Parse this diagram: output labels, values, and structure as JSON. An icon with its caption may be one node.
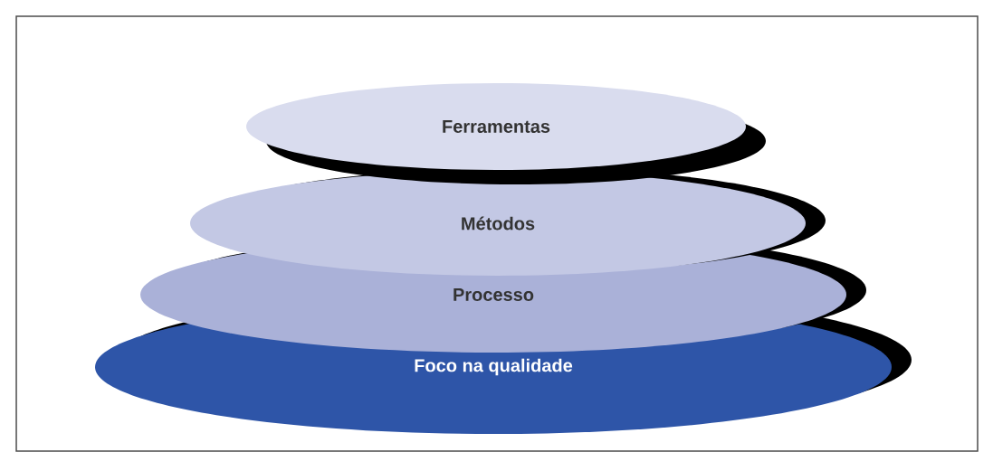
{
  "diagram": {
    "nodes": [
      {
        "text": [
          "Ferramentas"
        ]
      },
      {
        "text": [
          "Métodos"
        ]
      },
      {
        "text": [
          "Processo"
        ]
      },
      {
        "text": [
          "Foco na qualidade"
        ]
      }
    ]
  }
}
